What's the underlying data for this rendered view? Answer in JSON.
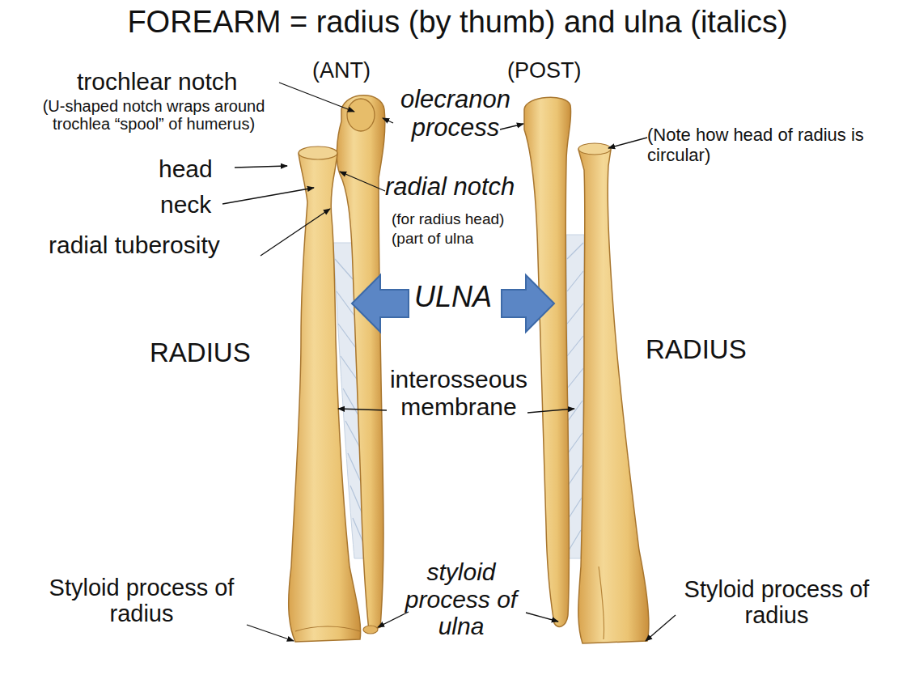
{
  "diagram": {
    "title": "FOREARM = radius (by thumb) and ulna (italics)",
    "labels": [
      "(ANT)",
      "(POST)",
      "trochlear notch",
      "(U-shaped notch wraps around trochlea “spool” of humerus)",
      "olecranon process",
      "(Note how head of radius is circular)",
      "head",
      "neck",
      "radial tuberosity",
      "radial notch",
      "(for radius head)",
      "(part of ulna",
      "ULNA",
      "RADIUS",
      "RADIUS",
      "interosseous membrane",
      "Styloid process of radius",
      "styloid process of ulna",
      "Styloid process of radius"
    ]
  }
}
